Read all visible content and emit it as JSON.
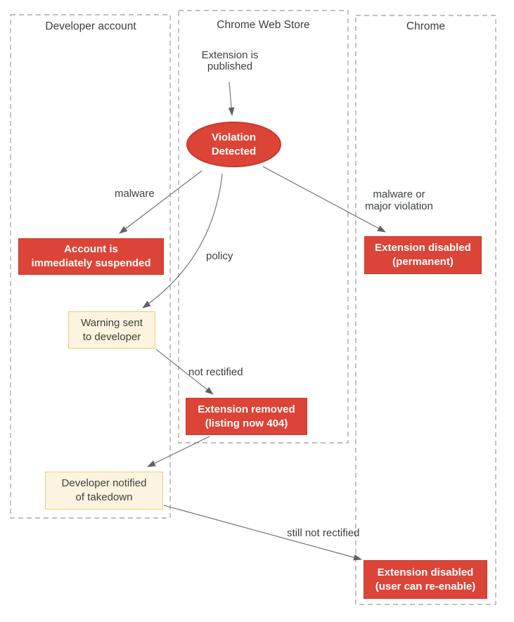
{
  "lanes": [
    {
      "id": "developer-account",
      "label": "Developer account"
    },
    {
      "id": "chrome-web-store",
      "label": "Chrome Web Store"
    },
    {
      "id": "chrome",
      "label": "Chrome"
    }
  ],
  "nodes": {
    "extension_published": {
      "line1": "Extension is",
      "line2": "published"
    },
    "violation_detected": {
      "line1": "Violation",
      "line2": "Detected"
    },
    "account_suspended": {
      "line1": "Account is",
      "line2": "immediately suspended"
    },
    "extension_disabled_permanent": {
      "line1": "Extension disabled",
      "line2": "(permanent)"
    },
    "warning_sent": {
      "line1": "Warning sent",
      "line2": "to developer"
    },
    "extension_removed": {
      "line1": "Extension removed",
      "line2": "(listing now 404)"
    },
    "developer_notified": {
      "line1": "Developer notified",
      "line2": "of takedown"
    },
    "extension_disabled_reenable": {
      "line1": "Extension disabled",
      "line2": "(user can re-enable)"
    }
  },
  "edge_labels": {
    "malware": "malware",
    "policy": "policy",
    "malware_or_line1": "malware or",
    "malware_or_line2": "major violation",
    "not_rectified": "not rectified",
    "still_not_rectified": "still not rectified"
  },
  "colors": {
    "node_red": "#DB4437",
    "node_red_border": "#C53A2E",
    "note_yellow_fill": "#FCF4DE",
    "note_yellow_border": "#F0CC70",
    "text": "#3C4043",
    "arrow": "#5F6368",
    "lane_border": "#ABABAB"
  }
}
